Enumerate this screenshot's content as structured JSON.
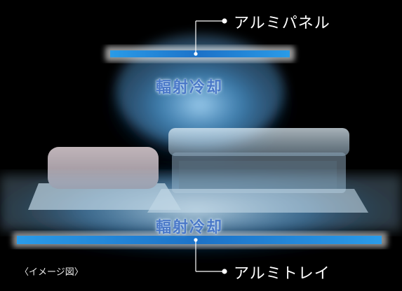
{
  "labels": {
    "top_panel": "アルミパネル",
    "bottom_tray": "アルミトレイ",
    "cooling_top": "輻射冷却",
    "cooling_bottom": "輻射冷却",
    "image_note": "〈イメージ図〉"
  },
  "colors": {
    "background": "#000000",
    "panel_blue": "#1e7fd0",
    "glow": "#bfe6ff",
    "text_label": "#ffffff",
    "text_cooling": "#4a78c8"
  },
  "icons": {
    "callout_dot": "white-dot",
    "food_left": "meat-on-tray",
    "food_right": "lidded-container"
  }
}
